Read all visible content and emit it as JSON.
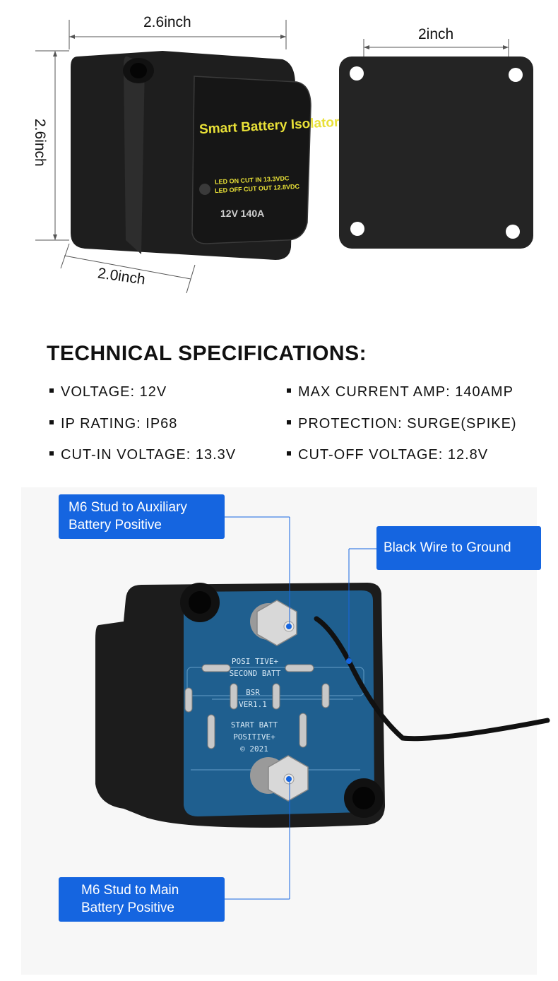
{
  "dimensions": {
    "width_top": "2.6inch",
    "height_side": "2.6inch",
    "depth_bottom": "2.0inch",
    "plate_width": "2inch"
  },
  "device_label": {
    "title": "Smart Battery Isolator",
    "led_line1": "LED ON CUT IN 13.3VDC",
    "led_line2": "LED OFF CUT OUT 12.8VDC",
    "rating": "12V 140A"
  },
  "specs": {
    "heading": "TECHNICAL SPECIFICATIONS:",
    "left": [
      "VOLTAGE: 12V",
      "IP RATING: IP68",
      "CUT-IN VOLTAGE: 13.3V"
    ],
    "right": [
      "MAX CURRENT AMP: 140AMP",
      "PROTECTION: SURGE(SPIKE)",
      "CUT-OFF VOLTAGE: 12.8V"
    ]
  },
  "board": {
    "line1": "POSI TIVE+",
    "line2": "SECOND BATT",
    "line3": "BSR",
    "line4": "VER1.1",
    "line5": "START BATT",
    "line6": "POSITIVE+",
    "line7": "© 2021"
  },
  "callouts": {
    "aux_line1": "M6 Stud to Auxiliary",
    "aux_line2": "Battery Positive",
    "ground": "Black Wire to Ground",
    "main_line1": "M6 Stud to Main",
    "main_line2": "Battery Positive"
  },
  "colors": {
    "callout_bg": "#1565e0",
    "device_black": "#232323",
    "pcb_blue": "#1f5f8f",
    "label_yellow": "#e8e037"
  }
}
